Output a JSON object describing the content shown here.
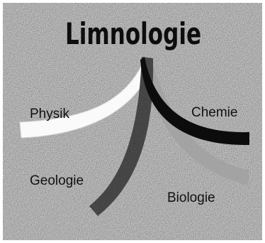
{
  "diagram": {
    "title": "Limnologie",
    "branches": [
      {
        "label": "Physik",
        "shade": "white"
      },
      {
        "label": "Chemie",
        "shade": "black"
      },
      {
        "label": "Geologie",
        "shade": "dark-gray"
      },
      {
        "label": "Biologie",
        "shade": "light-gray"
      }
    ]
  },
  "colors": {
    "background_texture": "#c9c9c9",
    "physik_band": "#fafafa",
    "chemie_band": "#0c0c0c",
    "geologie_band": "#3f3f3f",
    "biologie_band": "#a6a6a6",
    "text": "#111111"
  }
}
